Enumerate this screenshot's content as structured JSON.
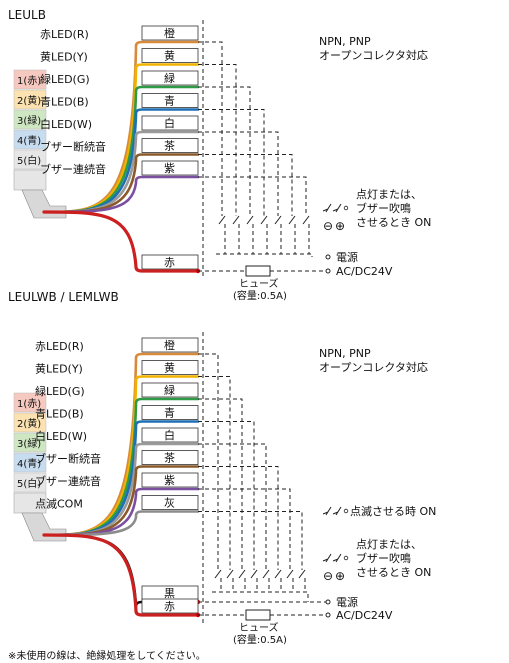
{
  "diagram1": {
    "title": "LEULB",
    "leds": [
      {
        "label": "赤LED(R)",
        "wire_label": "橙",
        "color": "#d9893a"
      },
      {
        "label": "黄LED(Y)",
        "wire_label": "黄",
        "color": "#f0b400"
      },
      {
        "label": "緑LED(G)",
        "wire_label": "緑",
        "color": "#2f9a45"
      },
      {
        "label": "青LED(B)",
        "wire_label": "青",
        "color": "#1f6fb5"
      },
      {
        "label": "白LED(W)",
        "wire_label": "白",
        "color": "#9a9a9a"
      },
      {
        "label": "ブザー断続音",
        "wire_label": "茶",
        "color": "#8a5a2b"
      },
      {
        "label": "ブザー連続音",
        "wire_label": "紫",
        "color": "#7b4fa0"
      }
    ],
    "common_wire": {
      "wire_label": "赤",
      "color": "#cc1f1f"
    },
    "tiers": [
      {
        "label": "1(赤)",
        "bg": "#f6c9c0"
      },
      {
        "label": "2(黄)",
        "bg": "#fbe2b0"
      },
      {
        "label": "3(緑)",
        "bg": "#cfe6c3"
      },
      {
        "label": "4(青)",
        "bg": "#c8dcf0"
      },
      {
        "label": "5(白)",
        "bg": "#e6e6e6"
      }
    ],
    "note_output": "NPN, PNP\nオープンコレクタ対応",
    "note_buzzer": "点灯または、\nブザー吹鳴\nさせるとき ON",
    "power_label": "電源",
    "power_spec": "AC/DC24V",
    "fuse_label": "ヒューズ",
    "fuse_spec": "(容量:0.5A)"
  },
  "diagram2": {
    "title": "LEULWB / LEMLWB",
    "leds": [
      {
        "label": "赤LED(R)",
        "wire_label": "橙",
        "color": "#d9893a"
      },
      {
        "label": "黄LED(Y)",
        "wire_label": "黄",
        "color": "#f0b400"
      },
      {
        "label": "緑LED(G)",
        "wire_label": "緑",
        "color": "#2f9a45"
      },
      {
        "label": "青LED(B)",
        "wire_label": "青",
        "color": "#1f6fb5"
      },
      {
        "label": "白LED(W)",
        "wire_label": "白",
        "color": "#9a9a9a"
      },
      {
        "label": "ブザー断続音",
        "wire_label": "茶",
        "color": "#8a5a2b"
      },
      {
        "label": "ブザー連続音",
        "wire_label": "紫",
        "color": "#7b4fa0"
      },
      {
        "label": "点滅COM",
        "wire_label": "灰",
        "color": "#8c8c8c"
      }
    ],
    "black_wire": {
      "wire_label": "黒",
      "color": "#111111"
    },
    "common_wire": {
      "wire_label": "赤",
      "color": "#cc1f1f"
    },
    "tiers": [
      {
        "label": "1(赤)",
        "bg": "#f6c9c0"
      },
      {
        "label": "2(黄)",
        "bg": "#fbe2b0"
      },
      {
        "label": "3(緑)",
        "bg": "#cfe6c3"
      },
      {
        "label": "4(青)",
        "bg": "#c8dcf0"
      },
      {
        "label": "5(白)",
        "bg": "#e6e6e6"
      }
    ],
    "note_output": "NPN, PNP\nオープンコレクタ対応",
    "note_blink": "点滅させる時 ON",
    "note_buzzer": "点灯または、\nブザー吹鳴\nさせるとき ON",
    "power_label": "電源",
    "power_spec": "AC/DC24V",
    "fuse_label": "ヒューズ",
    "fuse_spec": "(容量:0.5A)"
  },
  "footer_note": "※未使用の線は、絶縁処理をしてください。"
}
